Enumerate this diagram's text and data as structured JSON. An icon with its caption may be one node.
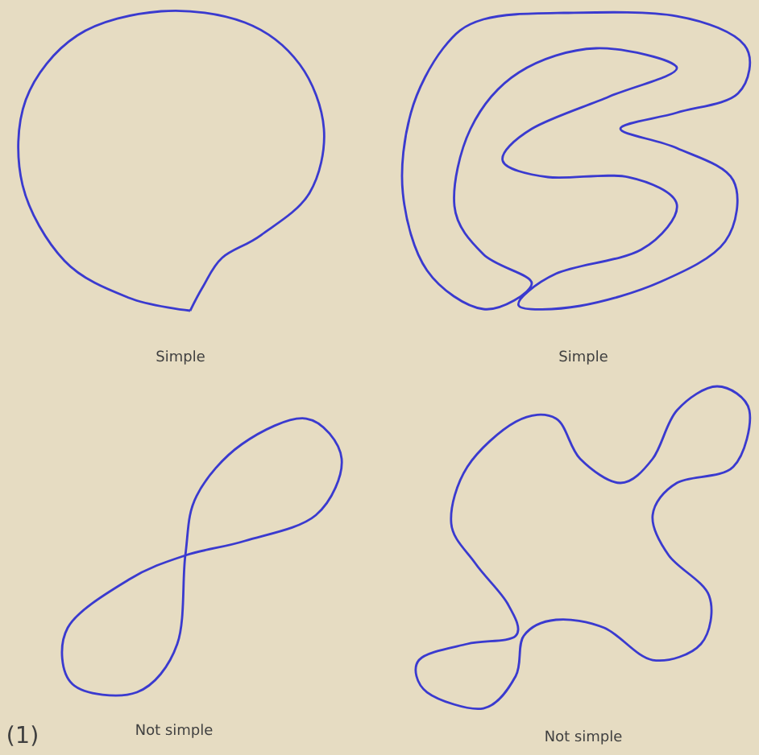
{
  "diagram": {
    "labels": [
      "Simple",
      "Simple",
      "(1)",
      "Not simple",
      "Not simple"
    ]
  }
}
